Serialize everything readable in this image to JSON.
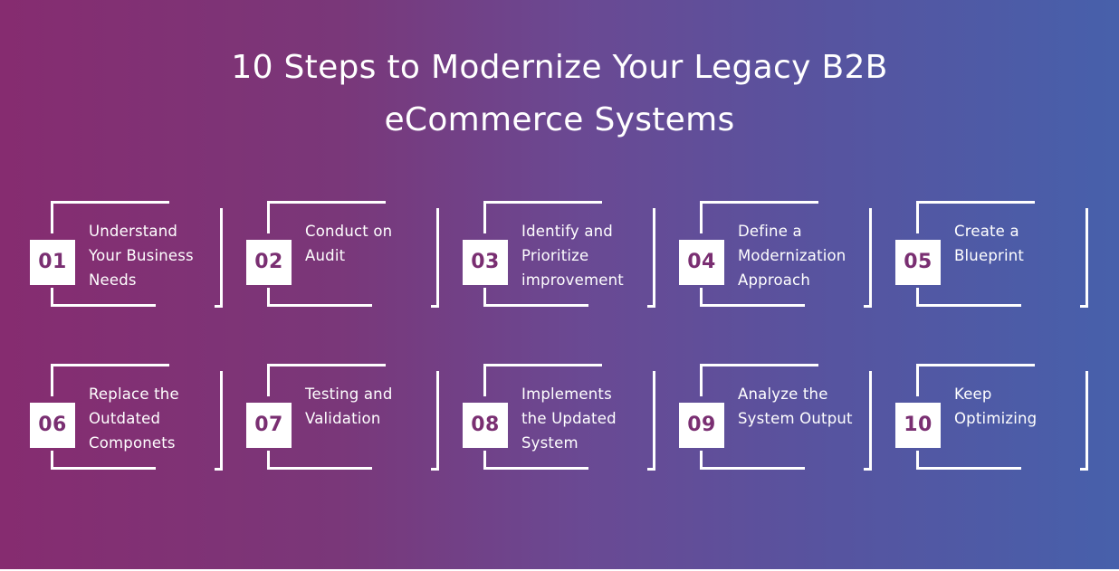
{
  "title": {
    "line1": "10 Steps to Modernize Your Legacy B2B",
    "line2": "eCommerce Systems"
  },
  "colors": {
    "gradient_left": "#862c70",
    "gradient_mid": "#6a4993",
    "gradient_right": "#4760ab",
    "number_text": "#7a2f72",
    "frame": "#ffffff"
  },
  "steps": [
    {
      "number": "01",
      "lines": [
        "Understand",
        "Your Business",
        "Needs"
      ]
    },
    {
      "number": "02",
      "lines": [
        "Conduct on",
        "Audit",
        ""
      ]
    },
    {
      "number": "03",
      "lines": [
        "Identify and",
        "Prioritize",
        "improvement"
      ]
    },
    {
      "number": "04",
      "lines": [
        "Define a",
        "Modernization",
        "Approach"
      ]
    },
    {
      "number": "05",
      "lines": [
        "Create a",
        "Blueprint",
        ""
      ]
    },
    {
      "number": "06",
      "lines": [
        "Replace the",
        "Outdated",
        "Componets"
      ]
    },
    {
      "number": "07",
      "lines": [
        "Testing and",
        "Validation",
        ""
      ]
    },
    {
      "number": "08",
      "lines": [
        "Implements",
        "the Updated",
        "System"
      ]
    },
    {
      "number": "09",
      "lines": [
        "Analyze the",
        "System Output",
        ""
      ]
    },
    {
      "number": "10",
      "lines": [
        "Keep",
        "Optimizing",
        ""
      ]
    }
  ]
}
